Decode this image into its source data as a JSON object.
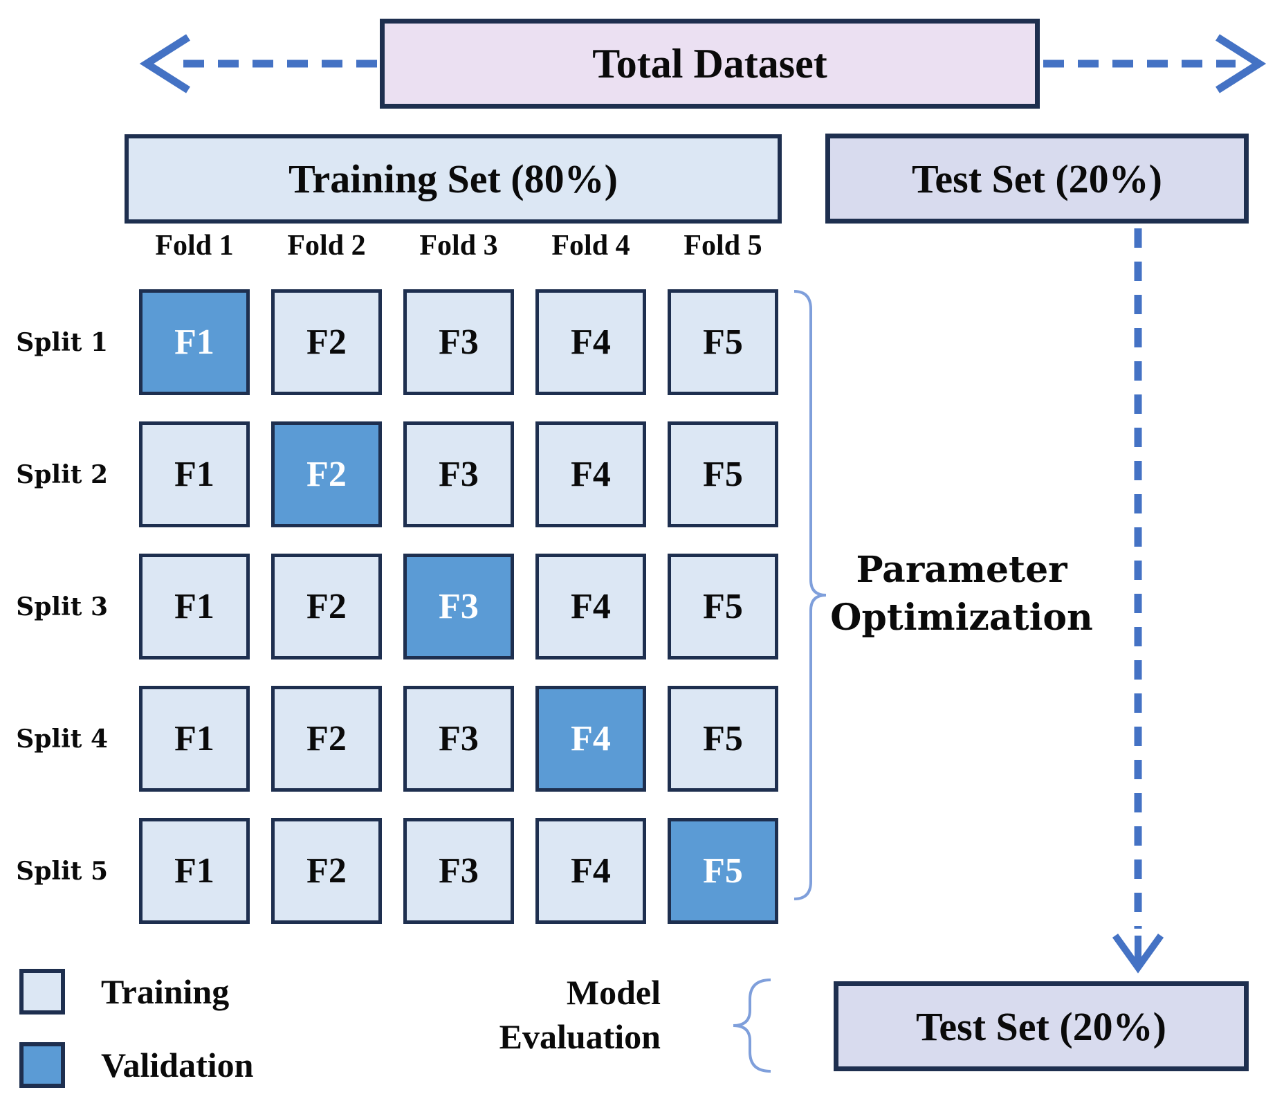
{
  "colors": {
    "navy_border": "#1E2F4F",
    "training_fill": "#DCE7F4",
    "validation_fill": "#5B9BD5",
    "lavender_fill": "#EBE0F2",
    "test_set_fill": "#D8DBEE",
    "connector_blue": "#4472C4",
    "brace_blue": "#7F9FDB"
  },
  "total_dataset": {
    "label": "Total Dataset"
  },
  "training_set": {
    "label": "Training Set (80%)"
  },
  "test_set_top": {
    "label": "Test Set (20%)"
  },
  "test_set_bottom": {
    "label": "Test Set (20%)"
  },
  "fold_headers": [
    "Fold 1",
    "Fold 2",
    "Fold 3",
    "Fold 4",
    "Fold 5"
  ],
  "splits": [
    {
      "label": "Split 1",
      "cells": [
        {
          "label": "F1",
          "state": "validation"
        },
        {
          "label": "F2",
          "state": "training"
        },
        {
          "label": "F3",
          "state": "training"
        },
        {
          "label": "F4",
          "state": "training"
        },
        {
          "label": "F5",
          "state": "training"
        }
      ]
    },
    {
      "label": "Split 2",
      "cells": [
        {
          "label": "F1",
          "state": "training"
        },
        {
          "label": "F2",
          "state": "validation"
        },
        {
          "label": "F3",
          "state": "training"
        },
        {
          "label": "F4",
          "state": "training"
        },
        {
          "label": "F5",
          "state": "training"
        }
      ]
    },
    {
      "label": "Split 3",
      "cells": [
        {
          "label": "F1",
          "state": "training"
        },
        {
          "label": "F2",
          "state": "training"
        },
        {
          "label": "F3",
          "state": "validation"
        },
        {
          "label": "F4",
          "state": "training"
        },
        {
          "label": "F5",
          "state": "training"
        }
      ]
    },
    {
      "label": "Split 4",
      "cells": [
        {
          "label": "F1",
          "state": "training"
        },
        {
          "label": "F2",
          "state": "training"
        },
        {
          "label": "F3",
          "state": "training"
        },
        {
          "label": "F4",
          "state": "validation"
        },
        {
          "label": "F5",
          "state": "training"
        }
      ]
    },
    {
      "label": "Split 5",
      "cells": [
        {
          "label": "F1",
          "state": "training"
        },
        {
          "label": "F2",
          "state": "training"
        },
        {
          "label": "F3",
          "state": "training"
        },
        {
          "label": "F4",
          "state": "training"
        },
        {
          "label": "F5",
          "state": "validation"
        }
      ]
    }
  ],
  "parameter_optimization": {
    "label": "Parameter Optimization"
  },
  "model_evaluation": {
    "label": "Model Evaluation"
  },
  "legend": [
    {
      "label": "Training",
      "state": "training"
    },
    {
      "label": "Validation",
      "state": "validation"
    }
  ],
  "connectors": [
    {
      "name": "left-dashed-arrow"
    },
    {
      "name": "right-dashed-arrow"
    },
    {
      "name": "test-set-dashed-arrow-down"
    },
    {
      "name": "parameter-optimization-brace"
    },
    {
      "name": "model-evaluation-brace"
    }
  ]
}
